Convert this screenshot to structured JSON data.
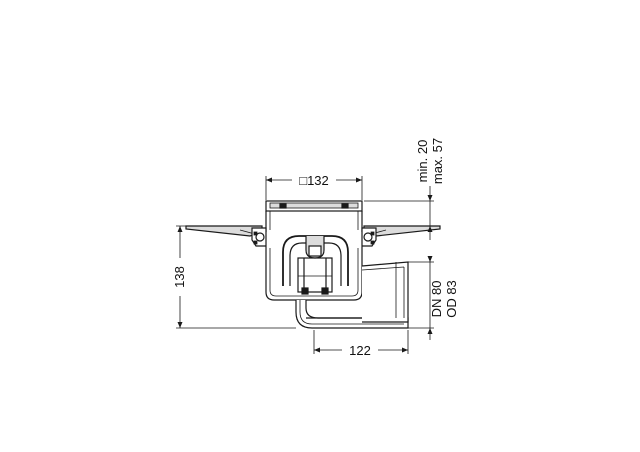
{
  "dimensions": {
    "grate_size": "□132",
    "height": "138",
    "outlet_offset": "122",
    "outlet_dn": "DN 80",
    "outlet_od": "OD 83",
    "flange_min": "min. 20",
    "flange_max": "max. 57"
  },
  "colors": {
    "stroke": "#1a1a1a",
    "fill_light": "#dcdcdc",
    "background": "#ffffff"
  }
}
